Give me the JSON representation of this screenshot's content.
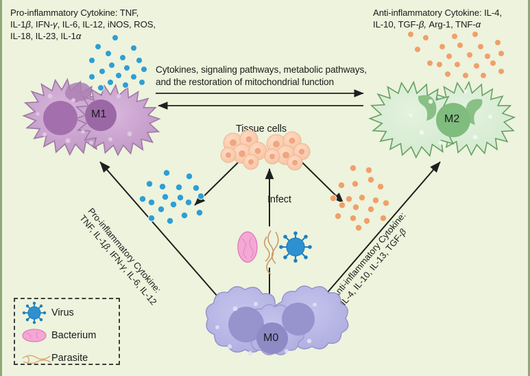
{
  "figure": {
    "background_color": "#edf3dc",
    "border_color": "#8ea87a"
  },
  "labels": {
    "pro_inflammatory_top": "Pro-inflammatory Cytokine: TNF,\nIL-1β, IFN-γ, IL-6, IL-12, iNOS, ROS,\nIL-18, IL-23, IL-1α",
    "anti_inflammatory_top": "Anti-inflammatory Cytokine: IL-4,\nIL-10, TGF-β, Arg-1, TNF-α",
    "center_top": "Cytokines, signaling pathways, metabolic pathways,\nand the restoration of mitochondrial function",
    "tissue_cells": "Tissue cells",
    "infect": "Infect",
    "pro_inflammatory_diagonal": "Pro-inflammatory Cytokine:\nTNF, IL-1β, IFN-γ, IL-6, IL-12",
    "anti_inflammatory_diagonal": "Anti-inflammatory Cytokine:\nIL-4, IL-10, IL-13, TGF-β"
  },
  "cells": {
    "m1": {
      "label": "M1",
      "color": "#c9a3cc",
      "nucleus_color": "#a濁"
    },
    "m2": {
      "label": "M2",
      "color": "#d8ecd2"
    },
    "m0": {
      "label": "M0",
      "color": "#b7b6e2"
    }
  },
  "legend": {
    "items": [
      {
        "icon": "virus-icon",
        "label": "Virus",
        "color": "#2b8cc4"
      },
      {
        "icon": "bacterium-icon",
        "label": "Bacterium",
        "color": "#ef8fc8"
      },
      {
        "icon": "parasite-icon",
        "label": "Parasite",
        "color": "#d8a97a"
      }
    ]
  },
  "cytokine_dots": {
    "pro_color": "#2f9ed4",
    "anti_color": "#f0a06a"
  }
}
